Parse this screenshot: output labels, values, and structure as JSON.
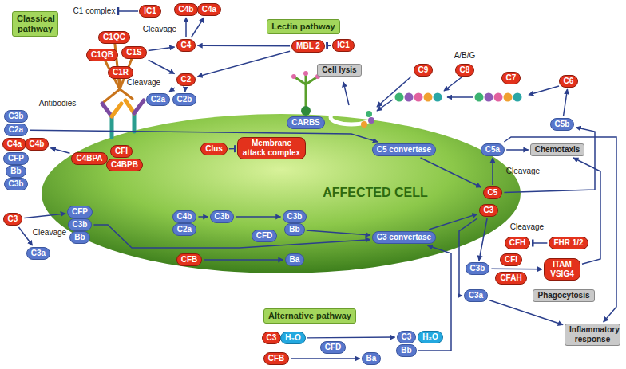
{
  "diagram": {
    "nodes": [
      {
        "text": [
          "Classical pathway"
        ]
      },
      {
        "text": [
          "IC1"
        ]
      },
      {
        "text": [
          "C4b"
        ]
      },
      {
        "text": [
          "C4a"
        ]
      },
      {
        "text": [
          "C1QC"
        ]
      },
      {
        "text": [
          "C1S"
        ]
      },
      {
        "text": [
          "C1QB"
        ]
      },
      {
        "text": [
          "C1R"
        ]
      },
      {
        "text": [
          "C4"
        ]
      },
      {
        "text": [
          "MBL 2"
        ]
      },
      {
        "text": [
          "IC1"
        ]
      },
      {
        "text": [
          "Lectin pathway"
        ]
      },
      {
        "text": [
          "C2"
        ]
      },
      {
        "text": [
          "C2a"
        ]
      },
      {
        "text": [
          "C2b"
        ]
      },
      {
        "text": [
          "CARBS"
        ]
      },
      {
        "text": [
          "Cell lysis"
        ]
      },
      {
        "text": [
          "C9"
        ]
      },
      {
        "text": [
          "C8"
        ]
      },
      {
        "text": [
          "C7"
        ]
      },
      {
        "text": [
          "C6"
        ]
      },
      {
        "text": [
          "C5b"
        ]
      },
      {
        "text": [
          "Clus"
        ]
      },
      {
        "text": [
          "Membrane attack complex"
        ]
      },
      {
        "text": [
          "C3b"
        ]
      },
      {
        "text": [
          "C2a"
        ]
      },
      {
        "text": [
          "C4a"
        ]
      },
      {
        "text": [
          "C4b"
        ]
      },
      {
        "text": [
          "C4BPA"
        ]
      },
      {
        "text": [
          "CFI"
        ]
      },
      {
        "text": [
          "C4BPB"
        ]
      },
      {
        "text": [
          "CFP"
        ]
      },
      {
        "text": [
          "Bb"
        ]
      },
      {
        "text": [
          "C3b"
        ]
      },
      {
        "text": [
          "C3"
        ]
      },
      {
        "text": [
          "CFP"
        ]
      },
      {
        "text": [
          "C3b"
        ]
      },
      {
        "text": [
          "Bb"
        ]
      },
      {
        "text": [
          "C3a"
        ]
      },
      {
        "text": [
          "C4b"
        ]
      },
      {
        "text": [
          "C2a"
        ]
      },
      {
        "text": [
          "C3b"
        ]
      },
      {
        "text": [
          "CFB"
        ]
      },
      {
        "text": [
          "CFD"
        ]
      },
      {
        "text": [
          "C3b"
        ]
      },
      {
        "text": [
          "Bb"
        ]
      },
      {
        "text": [
          "Ba"
        ]
      },
      {
        "text": [
          "C5 convertase"
        ]
      },
      {
        "text": [
          "C3 convertase"
        ]
      },
      {
        "text": [
          "C5a"
        ]
      },
      {
        "text": [
          "C5"
        ]
      },
      {
        "text": [
          "C3"
        ]
      },
      {
        "text": [
          "CFH"
        ]
      },
      {
        "text": [
          "FHR 1/2"
        ]
      },
      {
        "text": [
          "CFI"
        ]
      },
      {
        "text": [
          "CFAH"
        ]
      },
      {
        "text": [
          "C3b"
        ]
      },
      {
        "text": [
          "ITAM VSIG4"
        ]
      },
      {
        "text": [
          "Phagocytosis"
        ]
      },
      {
        "text": [
          "C3a"
        ]
      },
      {
        "text": [
          "Chemotaxis"
        ]
      },
      {
        "text": [
          "Inflammatory response"
        ]
      },
      {
        "text": [
          "Alternative pathway"
        ]
      },
      {
        "text": [
          "C3"
        ]
      },
      {
        "text": [
          "H₂O"
        ]
      },
      {
        "text": [
          "CFB"
        ]
      },
      {
        "text": [
          "CFD"
        ]
      },
      {
        "text": [
          "Ba"
        ]
      },
      {
        "text": [
          "C3"
        ]
      },
      {
        "text": [
          "Bb"
        ]
      },
      {
        "text": [
          "H₂O"
        ]
      }
    ],
    "edges": [
      {
        "from": 8,
        "to": 2,
        "arrow": "to"
      },
      {
        "from": 8,
        "to": 3,
        "arrow": "to"
      },
      {
        "from": 5,
        "to": 8,
        "arrow": "to"
      },
      {
        "from": 5,
        "to": 12,
        "arrow": "to"
      },
      {
        "from": 9,
        "to": 8,
        "arrow": "to"
      },
      {
        "from": 9,
        "to": 12,
        "arrow": "to"
      },
      {
        "from": 10,
        "to": 9,
        "arrow": "to"
      },
      {
        "from": 12,
        "to": 13,
        "arrow": "to"
      },
      {
        "from": 12,
        "to": 14,
        "arrow": "to"
      },
      {
        "from": 21,
        "to": 20,
        "arrow": "to"
      },
      {
        "from": 22,
        "to": 23,
        "arrow": "to"
      },
      {
        "from": 25,
        "to": 47,
        "arrow": "to"
      },
      {
        "from": 28,
        "to": 27,
        "arrow": "to"
      },
      {
        "from": 34,
        "to": 35,
        "arrow": "to"
      },
      {
        "from": 34,
        "to": 38,
        "arrow": "to"
      },
      {
        "from": 36,
        "to": 48,
        "arrow": "to"
      },
      {
        "from": 39,
        "to": 41,
        "arrow": "to"
      },
      {
        "from": 41,
        "to": 44,
        "arrow": "to"
      },
      {
        "from": 42,
        "to": 46,
        "arrow": "to"
      },
      {
        "from": 45,
        "to": 48,
        "arrow": "to"
      },
      {
        "from": 64,
        "to": 68,
        "arrow": "to"
      },
      {
        "from": 65,
        "to": 67,
        "arrow": "to"
      },
      {
        "from": 69,
        "to": 48,
        "arrow": "to"
      },
      {
        "from": 47,
        "to": 50,
        "arrow": "to"
      },
      {
        "from": 50,
        "to": 49,
        "arrow": "to"
      },
      {
        "from": 50,
        "to": 21,
        "arrow": "to"
      },
      {
        "from": 49,
        "to": 60,
        "arrow": "to"
      },
      {
        "from": 49,
        "to": 61,
        "arrow": "to"
      },
      {
        "from": 48,
        "to": 51,
        "arrow": "to"
      },
      {
        "from": 51,
        "to": 56,
        "arrow": "to"
      },
      {
        "from": 51,
        "to": 59,
        "arrow": "to"
      },
      {
        "from": 53,
        "to": 52,
        "arrow": "to"
      },
      {
        "from": 56,
        "to": 57,
        "arrow": "to"
      },
      {
        "from": 57,
        "to": 60,
        "arrow": "to"
      },
      {
        "from": 59,
        "to": 61,
        "arrow": "to"
      }
    ],
    "labels": [
      "C1 complex",
      "Cleavage",
      "Cleavage",
      "Antibodies",
      "A/B/G",
      "AFFECTED CELL",
      "Cleavage",
      "Cleavage",
      "Cleavage"
    ]
  }
}
